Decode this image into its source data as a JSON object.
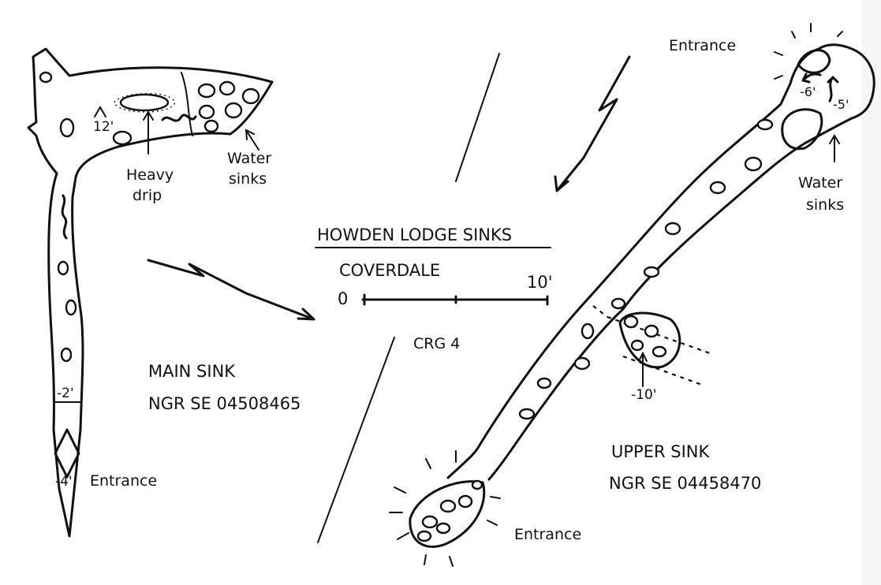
{
  "title": "HOWDEN LODGE SINKS",
  "subtitle": "COVERDALE",
  "scale": {
    "start": "0",
    "end": "10'"
  },
  "credit": "CRG 4",
  "main_sink": {
    "name": "MAIN SINK",
    "ngr": "NGR SE 04508465",
    "depths": [
      "12'",
      "-2'",
      "-4'"
    ],
    "labels": {
      "heavy_drip_1": "Heavy",
      "heavy_drip_2": "drip",
      "water_sinks_1": "Water",
      "water_sinks_2": "sinks",
      "entrance": "Entrance"
    }
  },
  "upper_sink": {
    "name": "UPPER SINK",
    "ngr": "NGR SE 04458470",
    "depths": [
      "-6'",
      "-5'",
      "-10'"
    ],
    "labels": {
      "entrance_top": "Entrance",
      "water_sinks_1": "Water",
      "water_sinks_2": "sinks",
      "entrance_bottom": "Entrance"
    }
  }
}
